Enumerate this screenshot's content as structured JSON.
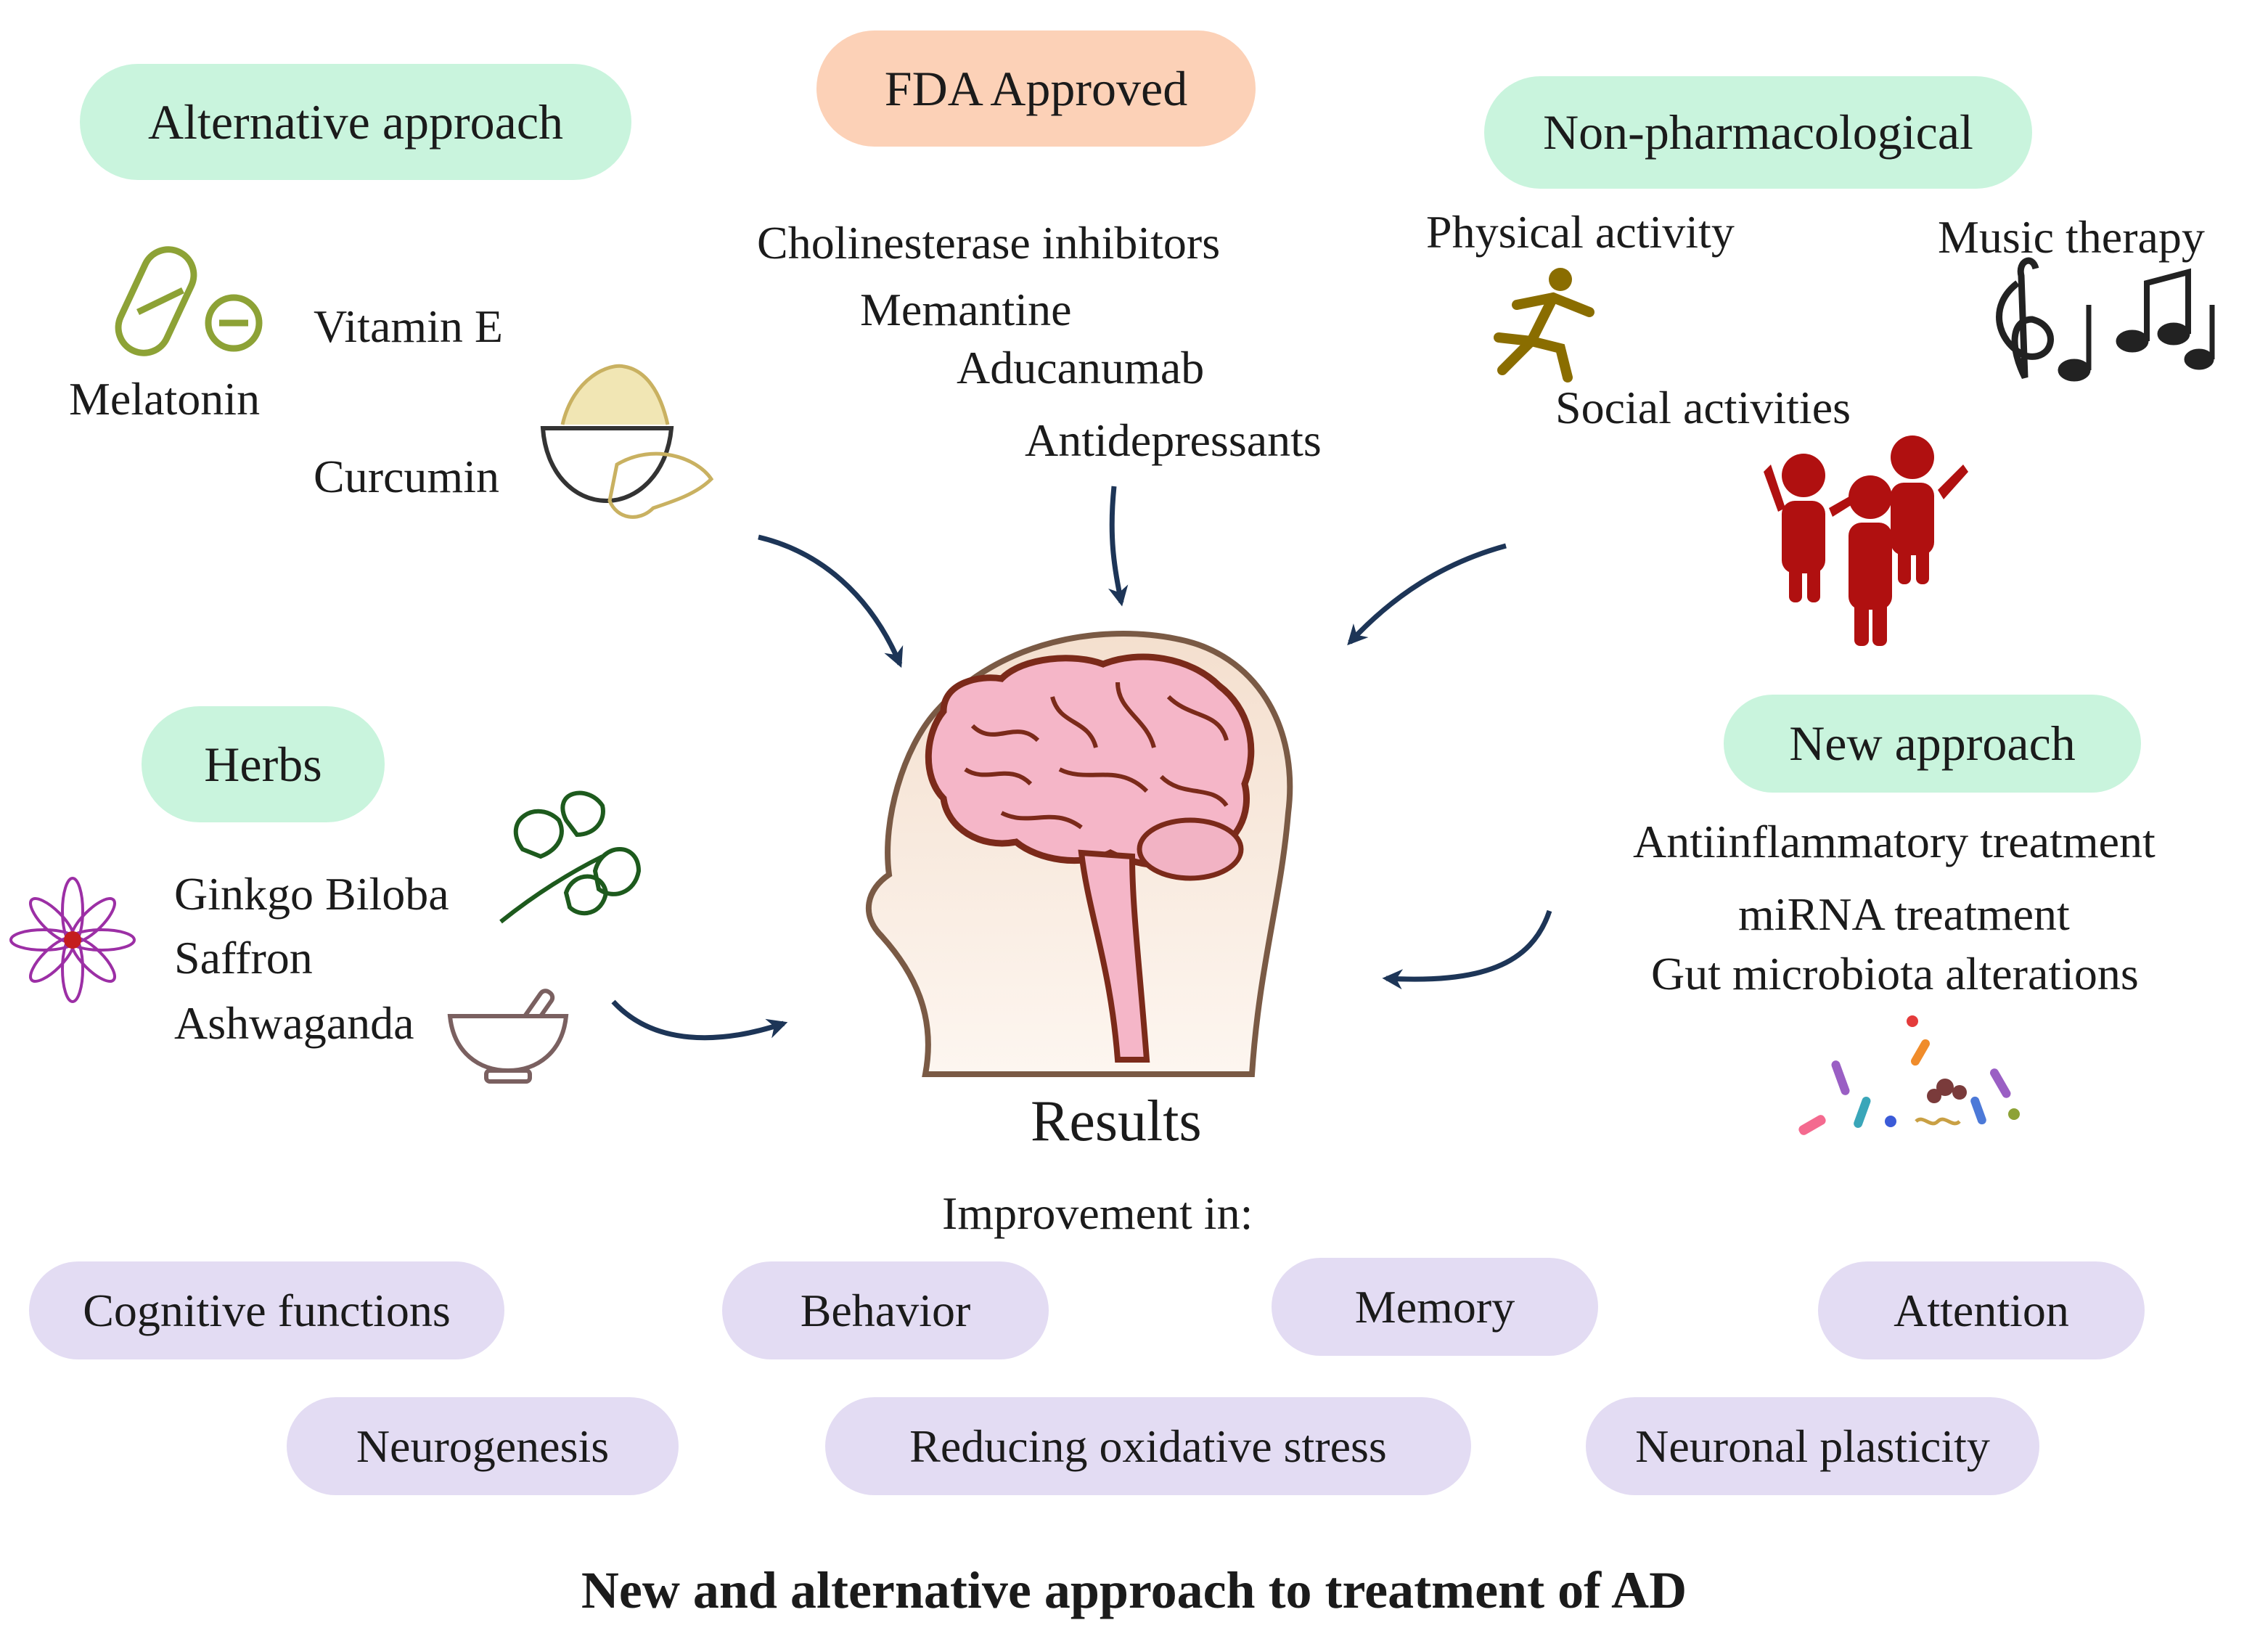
{
  "categories": {
    "alternative": "Alternative approach",
    "fda": "FDA Approved",
    "nonpharm": "Non-pharmacological",
    "herbs": "Herbs",
    "new": "New approach"
  },
  "alternative_items": {
    "melatonin": "Melatonin",
    "vitamin_e": "Vitamin E",
    "curcumin": "Curcumin"
  },
  "fda_items": [
    "Cholinesterase inhibitors",
    "Memantine",
    "Aducanumab",
    "Antidepressants"
  ],
  "nonpharm_items": {
    "physical": "Physical activity",
    "music": "Music therapy",
    "social": "Social activities"
  },
  "herb_items": [
    "Ginkgo Biloba",
    "Saffron",
    "Ashwaganda"
  ],
  "new_items": [
    "Antiinflammatory treatment",
    "miRNA treatment",
    "Gut microbiota alterations"
  ],
  "results": {
    "label": "Results",
    "improvement": "Improvement in:",
    "outcomes": [
      "Cognitive functions",
      "Behavior",
      "Memory",
      "Attention",
      "Neurogenesis",
      "Reducing oxidative stress",
      "Neuronal plasticity"
    ]
  },
  "caption": "New and alternative approach to treatment of AD",
  "colors": {
    "category_pill": "#c9f4dd",
    "fda_pill": "#fcd1b7",
    "outcome_pill": "#e3dcf3",
    "arrow": "#1d3557",
    "brain": "#f5b6c8",
    "head": "#f6e3d4",
    "people": "#b01010",
    "runner": "#8a6d00"
  },
  "icons": [
    "pill-capsule-icon",
    "minus-circle-icon",
    "curcumin-bowl-icon",
    "runner-icon",
    "music-notes-icon",
    "people-group-icon",
    "ginkgo-leaf-icon",
    "saffron-flower-icon",
    "mortar-pestle-icon",
    "microbiota-icon",
    "head-brain-icon"
  ]
}
